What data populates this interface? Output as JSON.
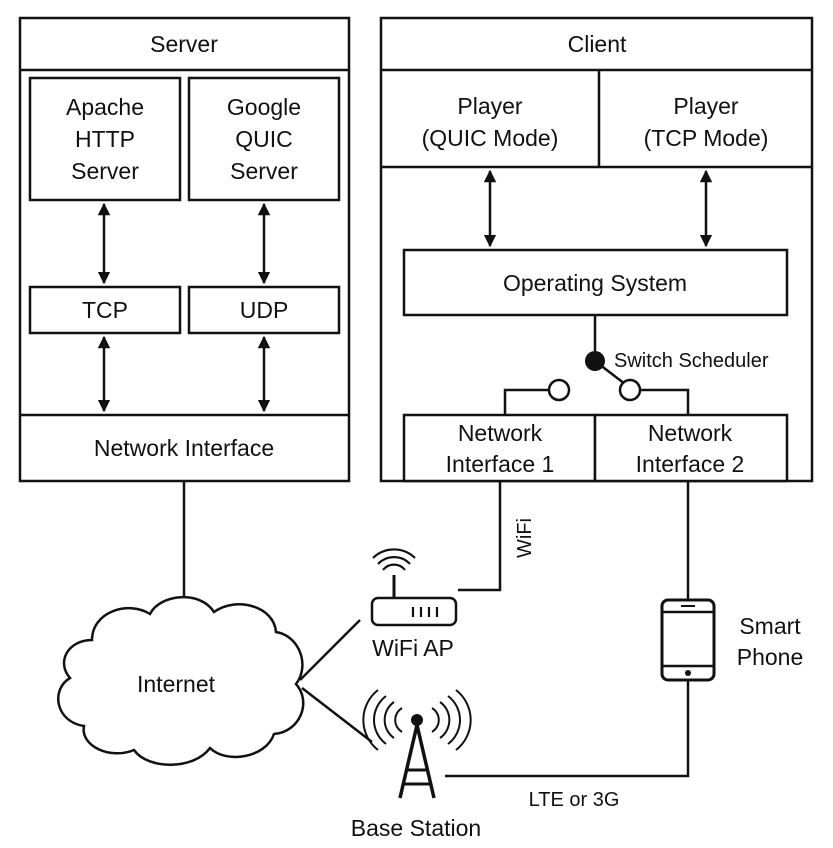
{
  "server": {
    "title": "Server",
    "apache_lines": [
      "Apache",
      "HTTP",
      "Server"
    ],
    "quic_lines": [
      "Google",
      "QUIC",
      "Server"
    ],
    "tcp": "TCP",
    "udp": "UDP",
    "network_interface": "Network Interface"
  },
  "client": {
    "title": "Client",
    "player_quic_lines": [
      "Player",
      "(QUIC Mode)"
    ],
    "player_tcp_lines": [
      "Player",
      "(TCP Mode)"
    ],
    "operating_system": "Operating System",
    "switch_scheduler": "Switch Scheduler",
    "ni1_lines": [
      "Network",
      "Interface 1"
    ],
    "ni2_lines": [
      "Network",
      "Interface 2"
    ]
  },
  "network": {
    "internet": "Internet",
    "wifi_ap": "WiFi AP",
    "wifi_link": "WiFi",
    "base_station": "Base Station",
    "lte_link": "LTE or 3G",
    "smartphone_lines": [
      "Smart",
      "Phone"
    ]
  },
  "colors": {
    "stroke": "#111111",
    "background": "#ffffff"
  }
}
